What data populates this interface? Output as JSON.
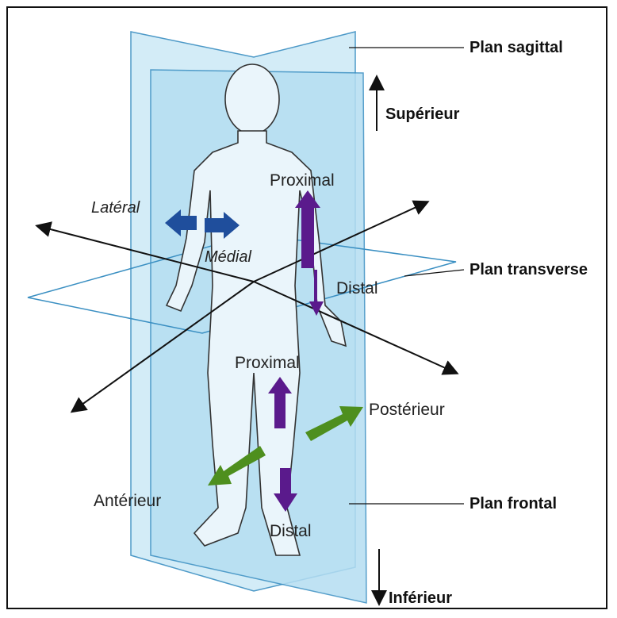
{
  "planes": {
    "sagittal": "Plan sagittal",
    "transverse": "Plan transverse",
    "frontal": "Plan frontal"
  },
  "directions": {
    "superior": "Supérieur",
    "inferior": "Inférieur",
    "lateral": "Latéral",
    "medial": "Médial",
    "proximal_arm": "Proximal",
    "distal_arm": "Distal",
    "proximal_leg": "Proximal",
    "distal_leg": "Distal",
    "posterior": "Postérieur",
    "anterior": "Antérieur"
  },
  "colors": {
    "plane_fill": "#bfe3f4",
    "plane_edge": "#3a8fc2",
    "medial_lateral_arrow": "#1f4e9c",
    "proximal_distal_arrow": "#5a1a8c",
    "anterior_posterior_arrow": "#4e8f1e",
    "body_outline": "#333333"
  }
}
